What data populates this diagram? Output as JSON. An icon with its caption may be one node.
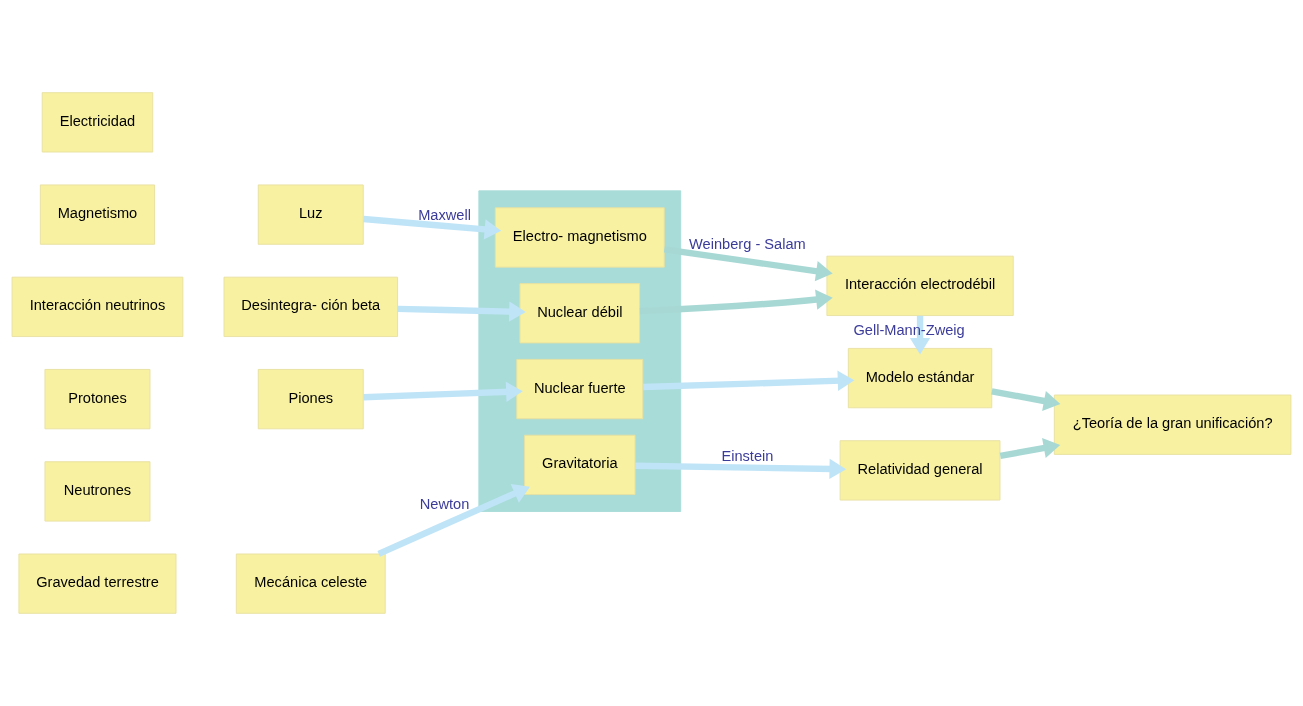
{
  "diagram": {
    "nodes": [
      {
        "text": [
          "Electricidad"
        ]
      },
      {
        "text": [
          "Magnetismo"
        ]
      },
      {
        "text": [
          "Luz"
        ]
      },
      {
        "text": [
          "Interacción neutrinos"
        ]
      },
      {
        "text": [
          "Desintegra- ción beta"
        ]
      },
      {
        "text": [
          "Protones"
        ]
      },
      {
        "text": [
          "Neutrones"
        ]
      },
      {
        "text": [
          "Piones"
        ]
      },
      {
        "text": [
          "Gravedad terrestre"
        ]
      },
      {
        "text": [
          "Mecánica celeste"
        ]
      },
      {
        "text": [],
        "shape": "box"
      },
      {
        "text": [
          "Electro- magnetismo"
        ],
        "in": 10
      },
      {
        "text": [
          "Nuclear débil"
        ],
        "in": 10
      },
      {
        "text": [
          "Nuclear fuerte"
        ],
        "in": 10
      },
      {
        "text": [
          "Gravitatoria"
        ],
        "in": 10
      },
      {
        "text": [
          "Interacción electrodébil"
        ]
      },
      {
        "text": [
          "Modelo estándar"
        ]
      },
      {
        "text": [
          "Relatividad general"
        ]
      },
      {
        "text": [
          "¿Teoría de la gran unificación?"
        ]
      }
    ],
    "edges": [
      {
        "from": 2,
        "to": 11,
        "arrow": "to",
        "label": "Maxwell"
      },
      {
        "from": 4,
        "to": 12,
        "arrow": "to"
      },
      {
        "from": 7,
        "to": 13,
        "arrow": "to"
      },
      {
        "from": 9,
        "to": 14,
        "arrow": "to",
        "label": "Newton"
      },
      {
        "from": 11,
        "to": 15,
        "arrow": "to",
        "label": "Weinberg - Salam",
        "color": "#a8d8d4"
      },
      {
        "from": 12,
        "to": 15,
        "arrow": "to",
        "color": "#a8d8d4"
      },
      {
        "from": 15,
        "to": 16,
        "arrow": "to",
        "label": "Gell-Mann-Zweig"
      },
      {
        "from": 13,
        "to": 16,
        "arrow": "to"
      },
      {
        "from": 14,
        "to": 17,
        "arrow": "to",
        "label": "Einstein"
      },
      {
        "from": 16,
        "to": 18,
        "arrow": "to",
        "color": "#a8d8d4"
      },
      {
        "from": 17,
        "to": 18,
        "arrow": "to",
        "color": "#a8d8d4"
      }
    ]
  }
}
